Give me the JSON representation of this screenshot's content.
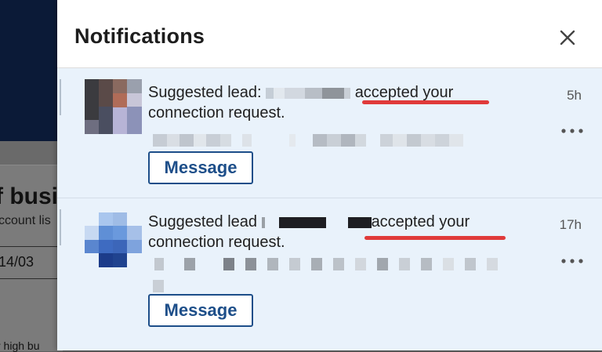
{
  "background": {
    "heading": "f busi",
    "subtitle": "ccount lis",
    "date_field": "14/03",
    "footer": "r high bu"
  },
  "panel": {
    "title": "Notifications",
    "close_icon": "close-icon"
  },
  "notifications": [
    {
      "prefix": "Suggested lead: ",
      "action": "accepted your",
      "line2": "connection request.",
      "time": "5h",
      "button_label": "Message"
    },
    {
      "prefix": "Suggested lead ",
      "action": "accepted your",
      "line2": "connection request.",
      "time": "17h",
      "button_label": "Message"
    }
  ],
  "colors": {
    "accent": "#1d4e89",
    "highlight": "#e03a3a",
    "unread_bg": "#e9f2fb"
  }
}
